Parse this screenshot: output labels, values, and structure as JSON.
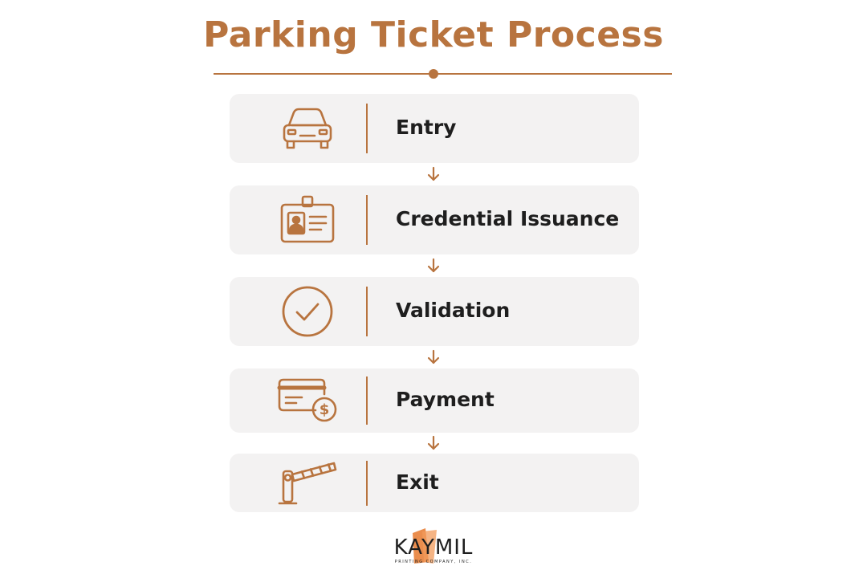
{
  "title": "Parking Ticket Process",
  "colors": {
    "accent": "#b8743f",
    "card": "#f3f2f2",
    "text": "#1e1e1e",
    "logo_orange": "#e8813a"
  },
  "steps": [
    {
      "label": "Entry",
      "icon": "car-icon"
    },
    {
      "label": "Credential Issuance",
      "icon": "id-badge-icon"
    },
    {
      "label": "Validation",
      "icon": "check-circle-icon"
    },
    {
      "label": "Payment",
      "icon": "card-payment-icon"
    },
    {
      "label": "Exit",
      "icon": "barrier-gate-icon"
    }
  ],
  "logo": {
    "name": "KAYMIL",
    "tagline": "PRINTING COMPANY, INC."
  }
}
